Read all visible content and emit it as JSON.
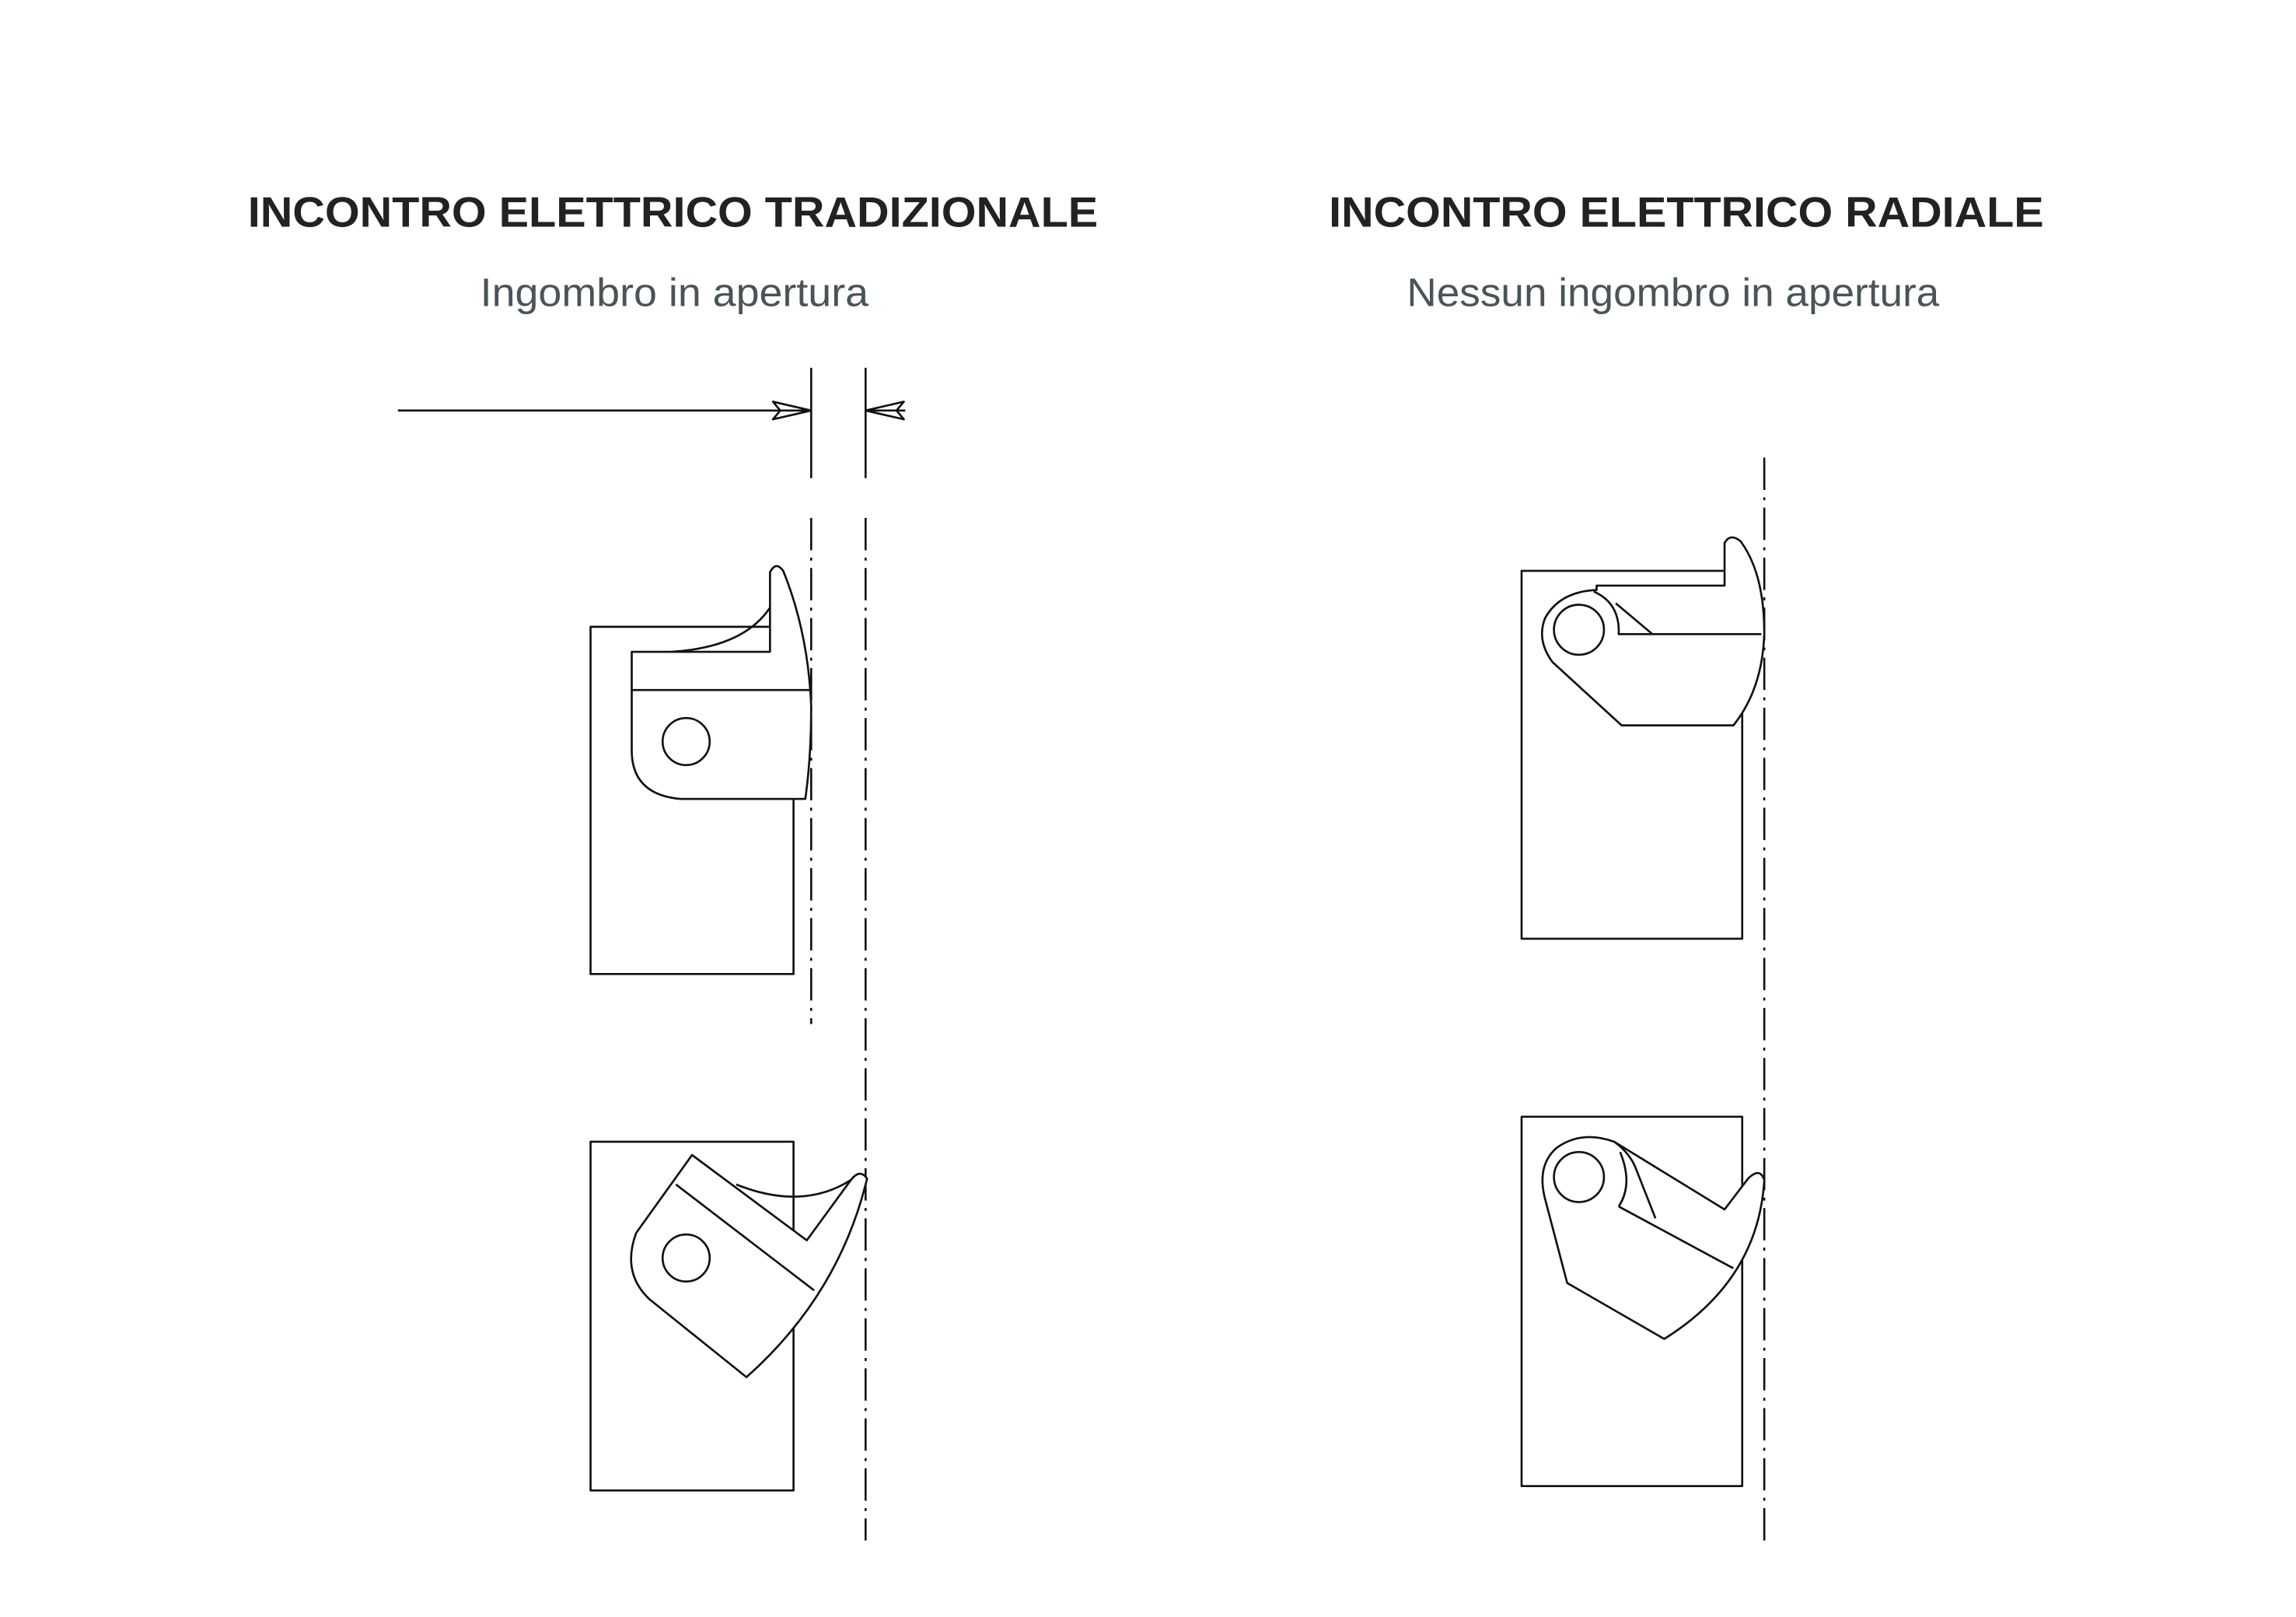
{
  "left": {
    "title": "INCONTRO ELETTRICO TRADIZIONALE",
    "subtitle": "Ingombro in apertura"
  },
  "right": {
    "title": "INCONTRO ELETTRICO RADIALE",
    "subtitle": "Nessun ingombro in apertura"
  }
}
